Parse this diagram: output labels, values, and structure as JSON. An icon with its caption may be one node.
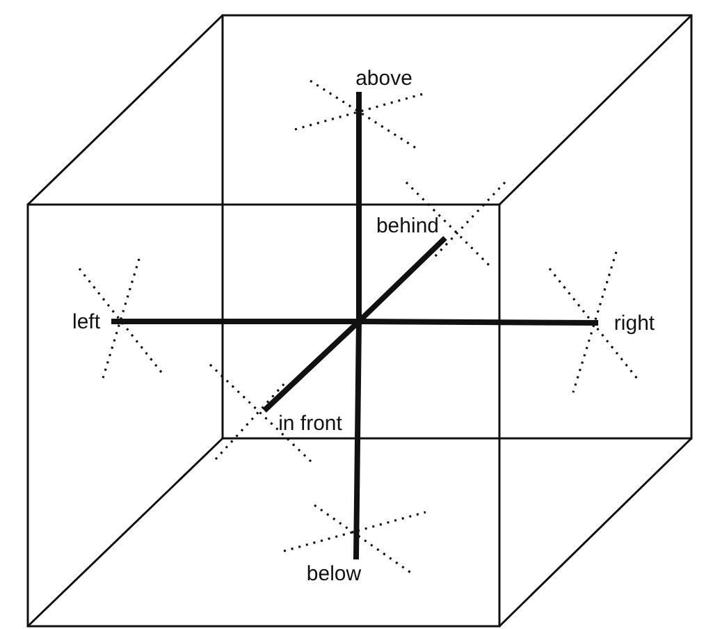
{
  "diagram": {
    "nodes": [
      {
        "text": [
          "above"
        ]
      },
      {
        "text": [
          "behind"
        ]
      },
      {
        "text": [
          "left"
        ]
      },
      {
        "text": [
          "right"
        ]
      },
      {
        "text": [
          "in front"
        ]
      },
      {
        "text": [
          "below"
        ]
      }
    ],
    "edges": [
      {
        "from": null,
        "to": 0,
        "arrow": "none"
      },
      {
        "from": null,
        "to": 1,
        "arrow": "none"
      },
      {
        "from": null,
        "to": 2,
        "arrow": "none"
      },
      {
        "from": null,
        "to": 3,
        "arrow": "none"
      },
      {
        "from": null,
        "to": 4,
        "arrow": "none"
      },
      {
        "from": null,
        "to": 5,
        "arrow": "none"
      }
    ]
  }
}
